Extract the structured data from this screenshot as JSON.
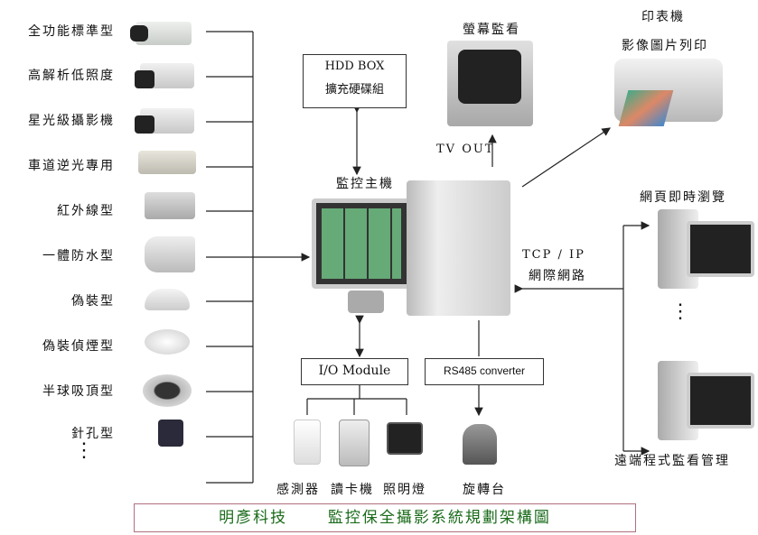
{
  "cameras": [
    {
      "label": "全功能標準型"
    },
    {
      "label": "高解析低照度"
    },
    {
      "label": "星光級攝影機"
    },
    {
      "label": "車道逆光專用"
    },
    {
      "label": "紅外線型"
    },
    {
      "label": "一體防水型"
    },
    {
      "label": "偽裝型"
    },
    {
      "label": "偽裝偵煙型"
    },
    {
      "label": "半球吸頂型"
    },
    {
      "label": "針孔型"
    }
  ],
  "more_dots": "⋮",
  "hdd": {
    "line1": "HDD BOX",
    "line2": "擴充硬碟組"
  },
  "monitor": {
    "label": "螢幕監看",
    "tvout": "TV OUT"
  },
  "printer": {
    "line1": "印表機",
    "line2": "影像圖片列印"
  },
  "host": {
    "label": "監控主機"
  },
  "network": {
    "line1": "TCP / IP",
    "line2": "網際網路"
  },
  "remote": {
    "top": "網頁即時瀏覽",
    "bottom": "遠端程式監看管理"
  },
  "io": {
    "label": "I/O Module",
    "devices": [
      "感測器",
      "讀卡機",
      "照明燈"
    ]
  },
  "rs485": {
    "label": "RS485 converter",
    "device": "旋轉台"
  },
  "title": {
    "company": "明彥科技",
    "text": "監控保全攝影系統規劃架構圖"
  }
}
